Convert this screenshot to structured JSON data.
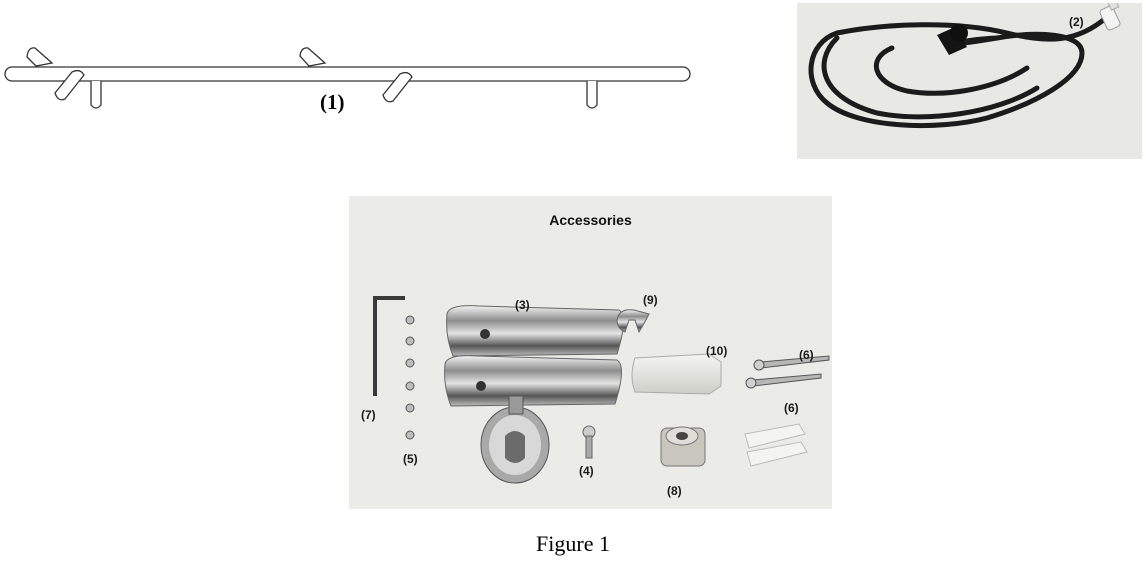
{
  "rail_label": "(1)",
  "cable_label": "(2)",
  "accessories_title": "Accessories",
  "parts": {
    "p3": "(3)",
    "p4": "(4)",
    "p5": "(5)",
    "p6a": "(6)",
    "p6b": "(6)",
    "p7": "(7)",
    "p8": "(8)",
    "p9": "(9)",
    "p10": "(10)"
  },
  "caption": "Figure 1"
}
